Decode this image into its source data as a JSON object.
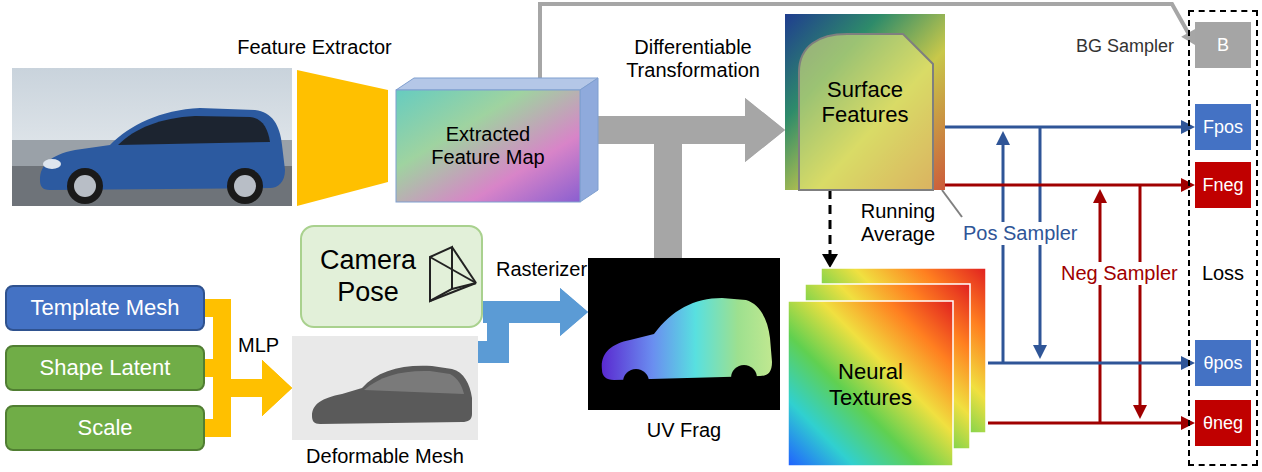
{
  "diagram": {
    "nodes": [
      {
        "text": [
          "Feature Extractor"
        ]
      },
      {
        "text": [
          "Extracted Feature Map"
        ]
      },
      {
        "text": [
          "Surface Features"
        ]
      },
      {
        "text": [
          "Loss"
        ]
      },
      {
        "text": [
          "B"
        ],
        "in": 3
      },
      {
        "text": [
          "Fpos"
        ],
        "in": 3
      },
      {
        "text": [
          "Fneg"
        ],
        "in": 3
      },
      {
        "text": [
          "θpos"
        ],
        "in": 3
      },
      {
        "text": [
          "θneg"
        ],
        "in": 3
      },
      {
        "text": [
          "Camera Pose"
        ]
      },
      {
        "text": [
          "UV Frag"
        ]
      },
      {
        "text": [
          "Neural Textures"
        ]
      },
      {
        "text": [
          "Template Mesh"
        ]
      },
      {
        "text": [
          "Shape Latent"
        ]
      },
      {
        "text": [
          "Scale"
        ]
      },
      {
        "text": [
          "Deformable Mesh"
        ]
      }
    ],
    "edges": [
      {
        "from": 1,
        "to": 2,
        "arrow": "to",
        "label": "Differentiable Transformation"
      },
      {
        "from": 10,
        "to": 2,
        "arrow": "to"
      },
      {
        "from": 1,
        "to": 4,
        "arrow": "to",
        "label": "BG Sampler"
      },
      {
        "from": 2,
        "to": 11,
        "arrow": "to",
        "label": "Running Average"
      },
      {
        "from": 2,
        "to": 5,
        "arrow": "to"
      },
      {
        "from": 2,
        "to": 6,
        "arrow": "to"
      },
      {
        "from": 11,
        "to": 7,
        "arrow": "to"
      },
      {
        "from": 11,
        "to": 8,
        "arrow": "to"
      },
      {
        "from": 12,
        "to": 15,
        "arrow": "to"
      },
      {
        "from": 13,
        "to": 15,
        "arrow": "to",
        "label": "MLP"
      },
      {
        "from": 14,
        "to": 15,
        "arrow": "to"
      },
      {
        "from": 9,
        "to": 10,
        "arrow": "to",
        "label": "Rasterizer"
      },
      {
        "from": 15,
        "to": 10,
        "arrow": "to"
      }
    ],
    "labels": [
      "Pos Sampler",
      "Neg Sampler"
    ]
  }
}
